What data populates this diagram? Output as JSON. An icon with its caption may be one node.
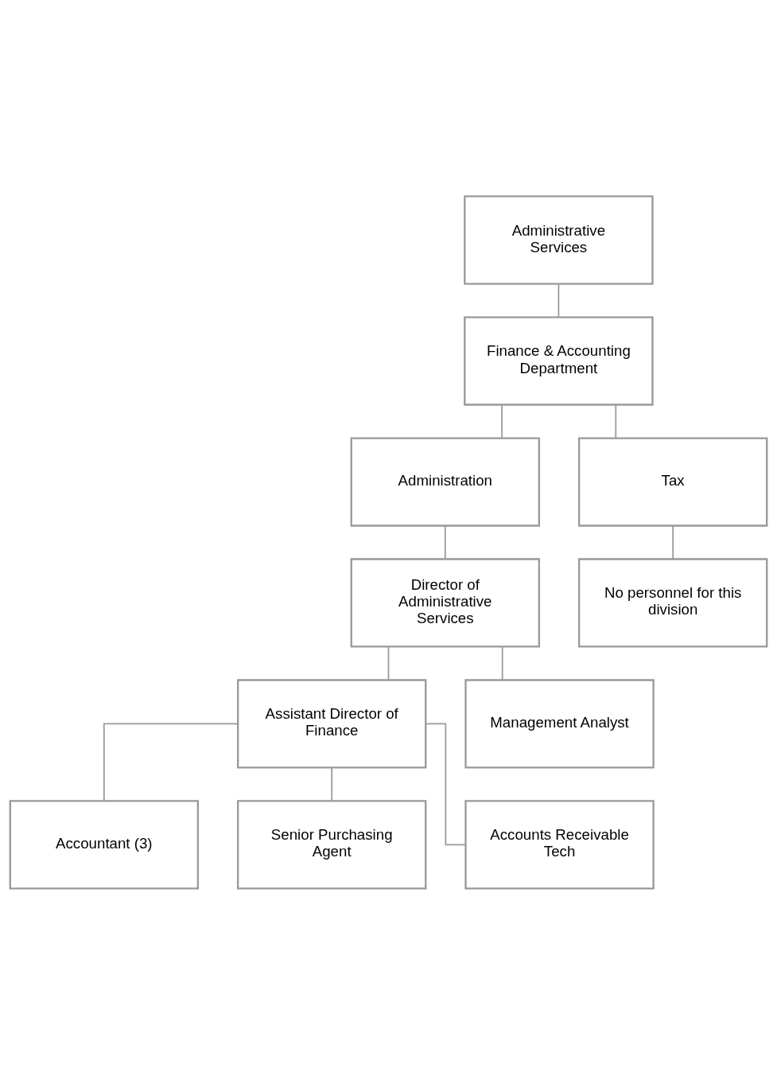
{
  "diagram": {
    "nodes": [
      {
        "text": [
          "Administrative Services"
        ]
      },
      {
        "text": [
          "Finance & Accounting Department"
        ]
      },
      {
        "text": [
          "Administration"
        ]
      },
      {
        "text": [
          "Tax"
        ]
      },
      {
        "text": [
          "Director of Administrative Services"
        ]
      },
      {
        "text": [
          "No personnel for this division"
        ]
      },
      {
        "text": [
          "Assistant Director of Finance"
        ]
      },
      {
        "text": [
          "Management Analyst"
        ]
      },
      {
        "text": [
          "Accountant (3)"
        ]
      },
      {
        "text": [
          "Senior Purchasing Agent"
        ]
      },
      {
        "text": [
          "Accounts Receivable Tech"
        ]
      }
    ],
    "edges": [
      {
        "from": 0,
        "to": 1,
        "arrow": "none"
      },
      {
        "from": 1,
        "to": 2,
        "arrow": "none"
      },
      {
        "from": 1,
        "to": 3,
        "arrow": "none"
      },
      {
        "from": 2,
        "to": 4,
        "arrow": "none"
      },
      {
        "from": 3,
        "to": 5,
        "arrow": "none"
      },
      {
        "from": 4,
        "to": 6,
        "arrow": "none"
      },
      {
        "from": 4,
        "to": 7,
        "arrow": "none"
      },
      {
        "from": 6,
        "to": 8,
        "arrow": "none"
      },
      {
        "from": 6,
        "to": 9,
        "arrow": "none"
      },
      {
        "from": 6,
        "to": 10,
        "arrow": "none"
      }
    ]
  }
}
